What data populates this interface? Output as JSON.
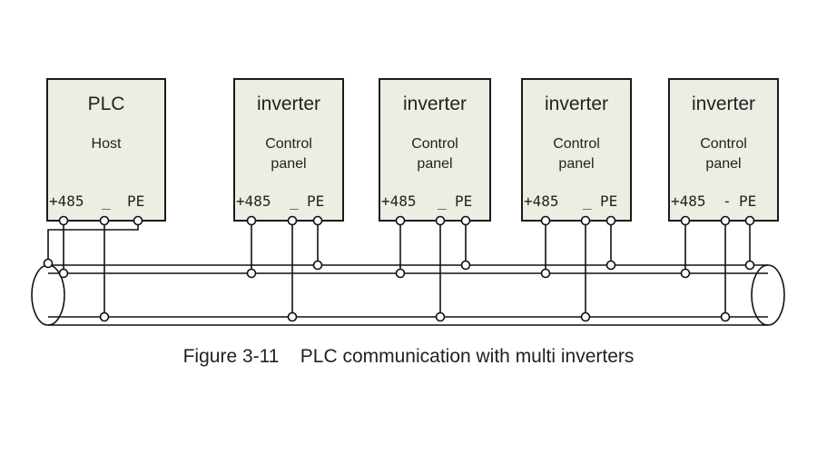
{
  "devices": [
    {
      "title": "PLC",
      "subtitle": [
        "Host"
      ],
      "terminals": [
        "+485",
        "_",
        "PE"
      ]
    },
    {
      "title": "inverter",
      "subtitle": [
        "Control",
        "panel"
      ],
      "terminals": [
        "+485",
        "_",
        "PE"
      ]
    },
    {
      "title": "inverter",
      "subtitle": [
        "Control",
        "panel"
      ],
      "terminals": [
        "+485",
        "_",
        "PE"
      ]
    },
    {
      "title": "inverter",
      "subtitle": [
        "Control",
        "panel"
      ],
      "terminals": [
        "+485",
        "_",
        "PE"
      ]
    },
    {
      "title": "inverter",
      "subtitle": [
        "Control",
        "panel"
      ],
      "terminals": [
        "+485",
        "-",
        "PE"
      ]
    }
  ],
  "caption": "Figure 3-11    PLC communication with multi inverters"
}
